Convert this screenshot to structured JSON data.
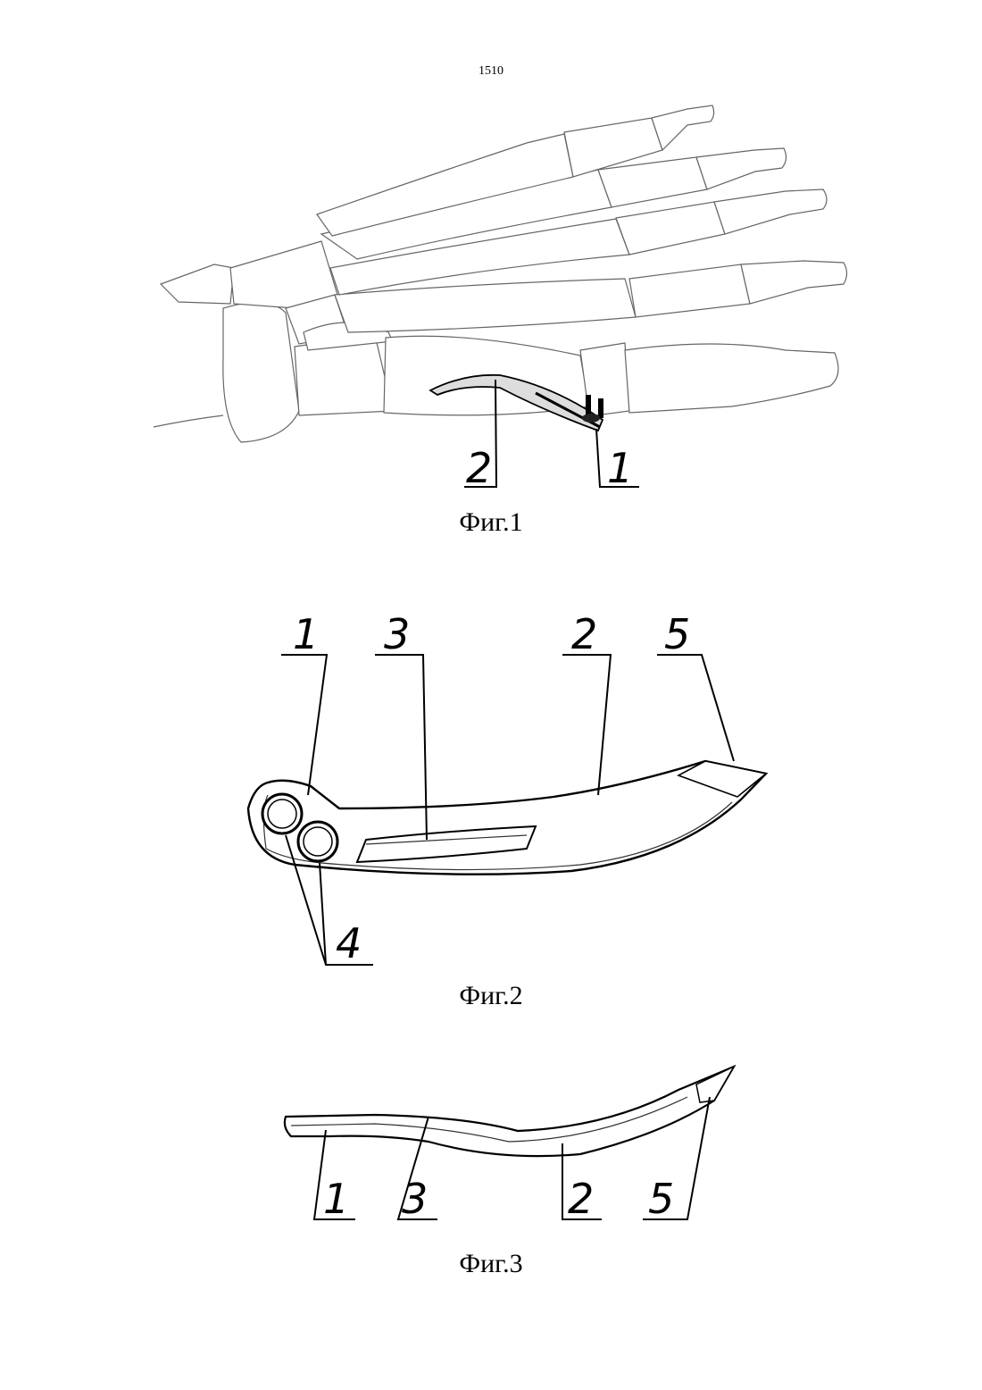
{
  "page_number": "1510",
  "figures": [
    {
      "caption": "Фиг.1",
      "callouts": [
        "2",
        "1"
      ]
    },
    {
      "caption": "Фиг.2",
      "callouts": [
        "1",
        "3",
        "2",
        "5",
        "4"
      ]
    },
    {
      "caption": "Фиг.3",
      "callouts": [
        "1",
        "3",
        "2",
        "5"
      ]
    }
  ]
}
